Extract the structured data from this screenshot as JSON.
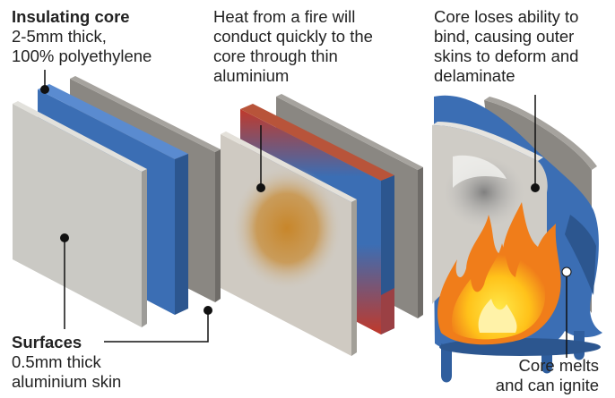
{
  "panel_core": {
    "title": "Insulating core",
    "line1": "2-5mm thick,",
    "line2": "100% polyethylene"
  },
  "panel_surfaces": {
    "title": "Surfaces",
    "line1": "0.5mm thick",
    "line2": "aluminium skin"
  },
  "panel_heat": {
    "line1": "Heat from a fire will",
    "line2": "conduct quickly to the",
    "line3": "core through thin",
    "line4": "aluminium"
  },
  "panel_delaminate": {
    "line1": "Core loses ability to",
    "line2": "bind, causing outer",
    "line3": "skins to deform and",
    "line4": "delaminate"
  },
  "panel_melt": {
    "line1": "Core melts",
    "line2": "and can ignite"
  },
  "colors": {
    "core_blue": "#3b6eb4",
    "skin_grey": "#c8c8c4",
    "back_grey": "#8a8782",
    "heat_orange": "#c8862a",
    "flame_orange": "#f07d1a",
    "flame_yellow": "#ffd21f"
  }
}
